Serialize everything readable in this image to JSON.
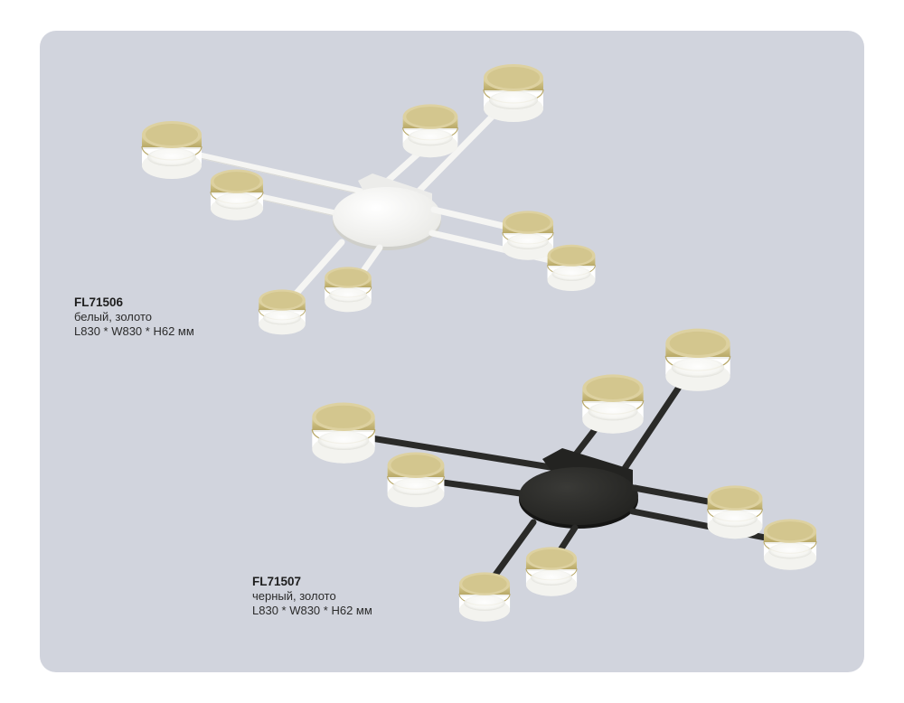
{
  "products": [
    {
      "model": "FL71506",
      "finish": "белый, золото",
      "dimensions": "L830 * W830 * H62 мм",
      "frame_color": "#f4f4f2",
      "shade_color": "#cfc28a"
    },
    {
      "model": "FL71507",
      "finish": "черный, золото",
      "dimensions": "L830 * W830 * H62 мм",
      "frame_color": "#2a2a28",
      "shade_color": "#cfc28a"
    }
  ],
  "background_color": "#d1d4dd"
}
